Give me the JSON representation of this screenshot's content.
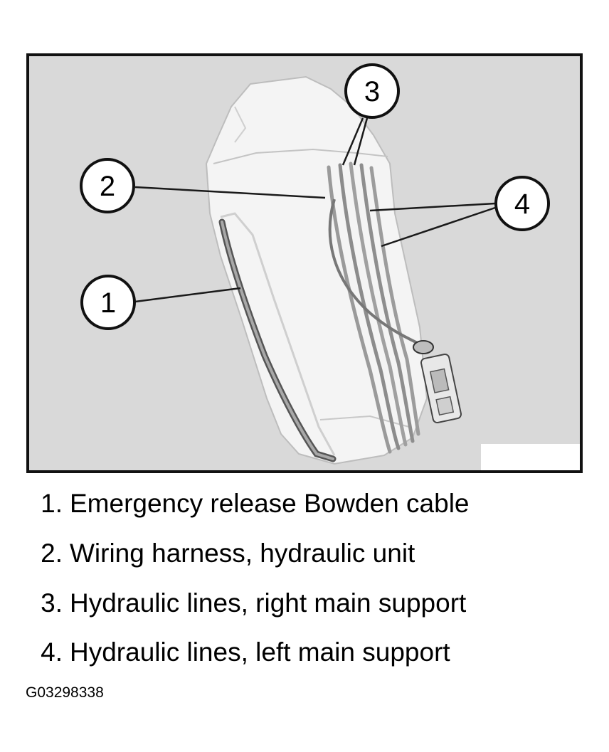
{
  "callouts": [
    {
      "number": "1"
    },
    {
      "number": "2"
    },
    {
      "number": "3"
    },
    {
      "number": "4"
    }
  ],
  "legend": [
    {
      "number": "1.",
      "text": "Emergency release Bowden cable"
    },
    {
      "number": "2.",
      "text": "Wiring harness, hydraulic unit"
    },
    {
      "number": "3.",
      "text": "Hydraulic lines, right main support"
    },
    {
      "number": "4.",
      "text": "Hydraulic lines, left main support"
    }
  ],
  "figure_id": "G03298338",
  "colors": {
    "panel_background": "#d9d9d9",
    "frame": "#111111",
    "part_body": "#f4f4f4",
    "line": "#1a1a1a"
  }
}
